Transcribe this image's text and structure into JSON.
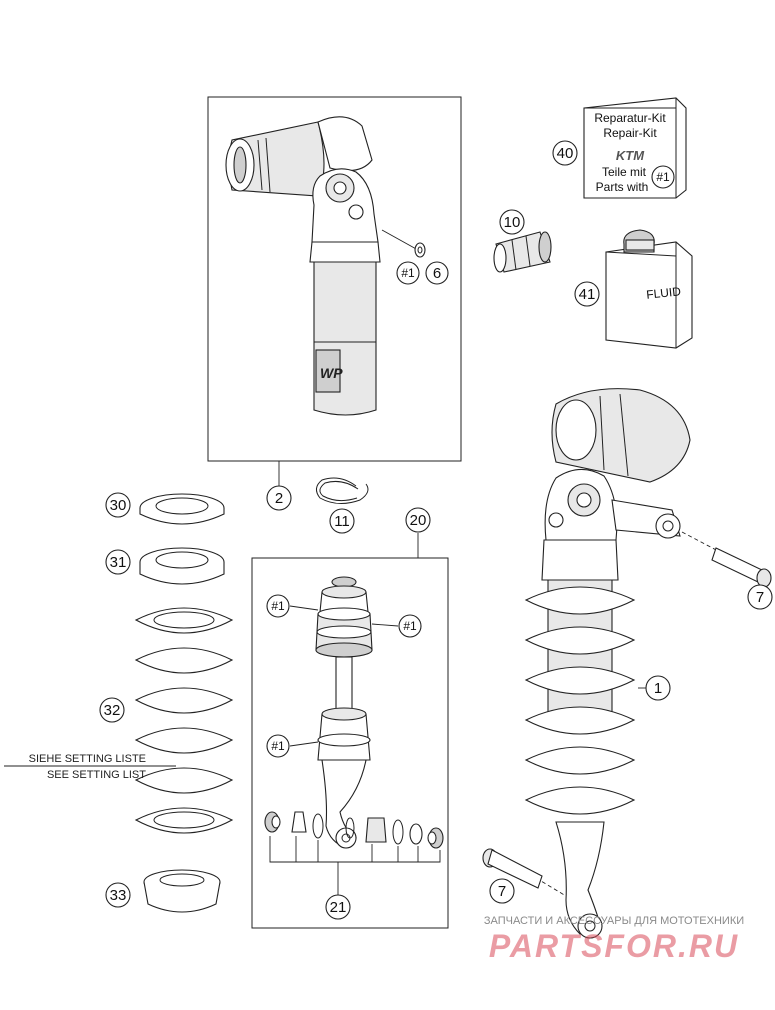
{
  "callouts": {
    "c1": "1",
    "c2": "2",
    "c6": "6",
    "c7a": "7",
    "c7b": "7",
    "c10": "10",
    "c11": "11",
    "c20": "20",
    "c21": "21",
    "c30": "30",
    "c31": "31",
    "c32": "32",
    "c33": "33",
    "c40": "40",
    "c41": "41"
  },
  "refs": {
    "r1": "#1",
    "r2": "#1",
    "r3": "#1",
    "r4": "#1",
    "r5": "#1"
  },
  "kit_box": {
    "line1": "Reparatur-Kit",
    "line2": "Repair-Kit",
    "line3": "Teile mit",
    "line4": "Parts with",
    "ref": "#1",
    "brand": "KTM"
  },
  "fluid_label": "FLUID",
  "setting_note": {
    "de": "SIEHE SETTING LISTE",
    "en": "SEE SETTING LIST"
  },
  "watermark": {
    "tagline": "ЗАПЧАСТИ И АКСЕССУАРЫ ДЛЯ МОТОТЕХНИКИ",
    "brand": "PARTSFOR.RU"
  },
  "colors": {
    "line": "#222222",
    "watermark": "#d94a5a",
    "watermark_text": "#8a8a8a"
  }
}
